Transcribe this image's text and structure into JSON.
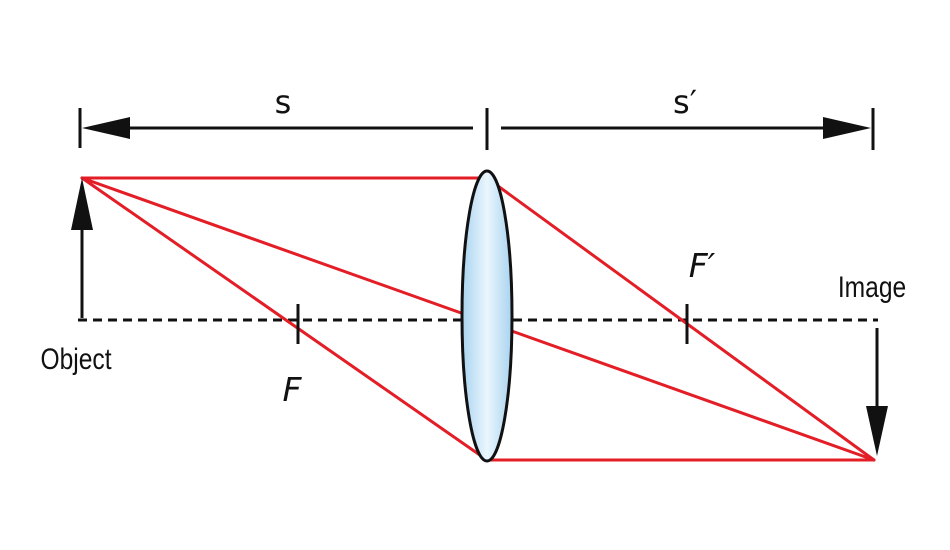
{
  "labels": {
    "object_distance": "s",
    "image_distance": "s′",
    "front_focal_point": "F",
    "back_focal_point": "F′",
    "object": "Object",
    "image": "Image"
  },
  "colors": {
    "ray": "#e31e26",
    "dimension_line": "#111111",
    "optical_axis": "#111111",
    "lens_fill": "#cfe8f8",
    "lens_stroke": "#111111"
  }
}
